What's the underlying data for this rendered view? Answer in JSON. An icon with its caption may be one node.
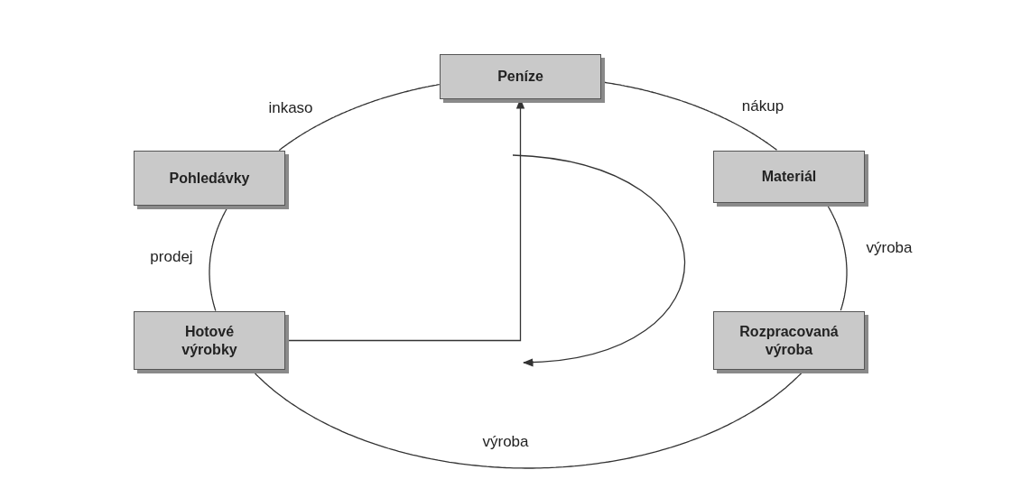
{
  "diagram": {
    "nodes": [
      {
        "text": [
          "Peníze"
        ]
      },
      {
        "text": [
          "Materiál"
        ]
      },
      {
        "text": [
          "Rozpracovaná výroba"
        ]
      },
      {
        "text": [
          "Hotové výrobky"
        ]
      },
      {
        "text": [
          "Pohledávky"
        ]
      }
    ],
    "edges": [
      {
        "from": 0,
        "to": 1,
        "arrow": "none",
        "label": "nákup"
      },
      {
        "from": 1,
        "to": 2,
        "arrow": "none",
        "label": "výroba"
      },
      {
        "from": 2,
        "to": 3,
        "arrow": "none",
        "label": "výroba"
      },
      {
        "from": 3,
        "to": 4,
        "arrow": "none",
        "label": "prodej"
      },
      {
        "from": 4,
        "to": 0,
        "arrow": "none",
        "label": "inkaso"
      },
      {
        "from": 3,
        "to": 0,
        "arrow": "to"
      }
    ]
  }
}
